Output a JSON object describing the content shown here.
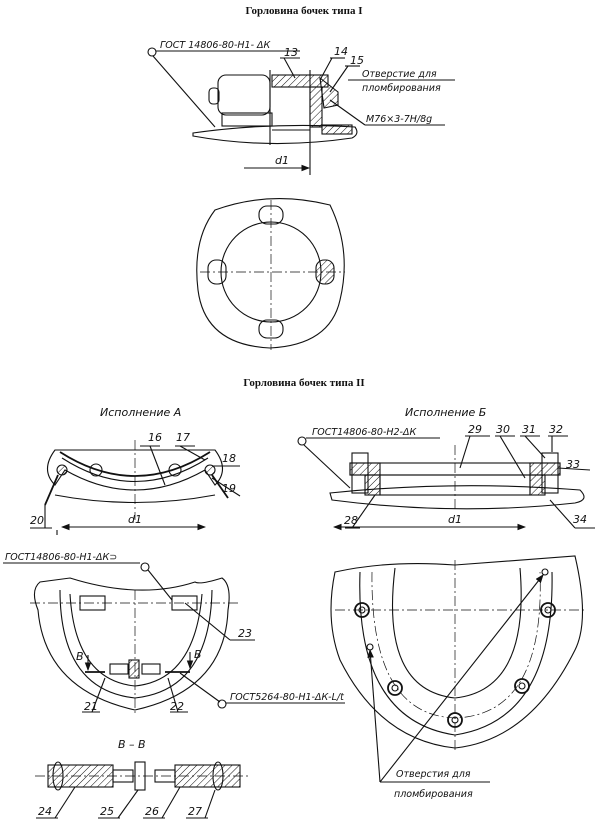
{
  "titles": {
    "type1": "Горловина бочек типа I",
    "type2": "Горловина бочек типа II"
  },
  "fig1": {
    "gost": "ГОСТ 14806-80-Н1- ΔК",
    "parts": [
      "13",
      "14",
      "15"
    ],
    "hole_line1": "Отверстие для",
    "hole_line2": "пломбирования",
    "thread": "М76×3-7Н/8g",
    "dim": "d1"
  },
  "fig2a": {
    "caption": "Исполнение А",
    "parts": [
      "16",
      "17",
      "18",
      "19",
      "20"
    ],
    "dim": "d1"
  },
  "fig2b": {
    "caption": "Исполнение Б",
    "gost": "ГОСТ14806-80-Н2-ΔК",
    "parts": [
      "28",
      "29",
      "30",
      "31",
      "32",
      "33",
      "34"
    ],
    "dim": "d1"
  },
  "fig3": {
    "gost_top": "ГОСТ14806-80-Н1-ΔК⊃",
    "gost_weld": "ГОСТ5264-80-Н1-ΔК-L/t",
    "section_mark": "В",
    "parts": [
      "21",
      "22",
      "23"
    ]
  },
  "fig4": {
    "section_title": "В – В",
    "parts": [
      "24",
      "25",
      "26",
      "27"
    ]
  },
  "fig5": {
    "hole_line1": "Отверстия для",
    "hole_line2": "пломбирования"
  }
}
